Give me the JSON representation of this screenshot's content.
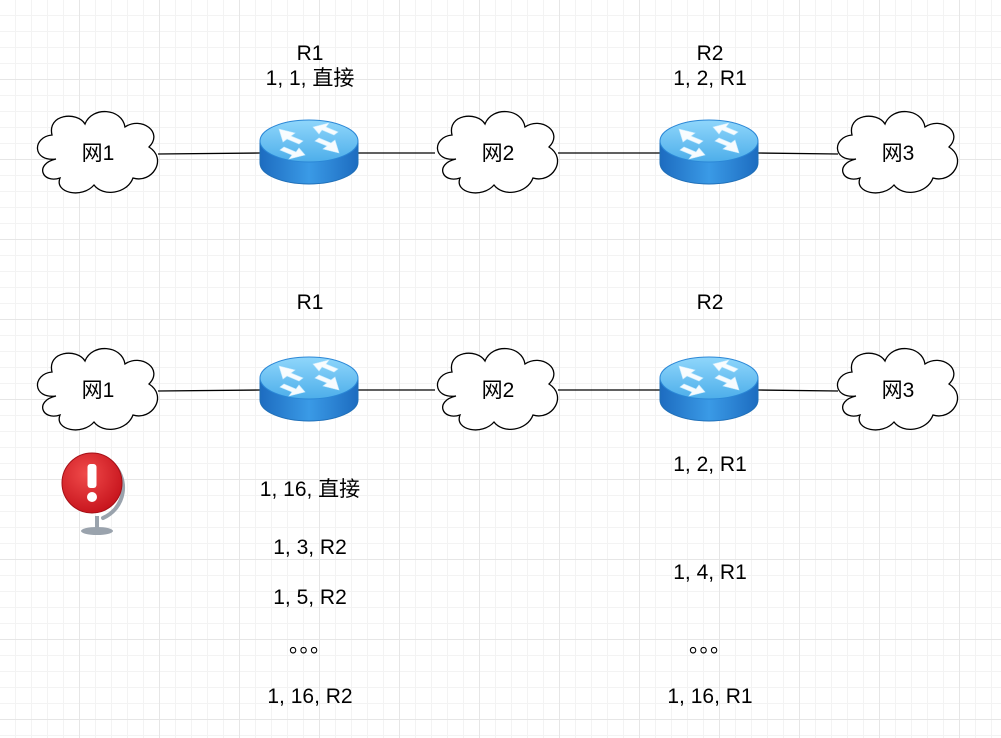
{
  "colors": {
    "router_top": "#6ec5f2",
    "router_side": "#2b87d6",
    "router_edge": "#1f6fb8",
    "warning_red": "#d61f26",
    "stand_gray": "#9aa3ad",
    "line": "#000000"
  },
  "top_diagram": {
    "networks": [
      "网1",
      "网2",
      "网3"
    ],
    "routers": [
      {
        "name": "R1",
        "route": "1, 1, 直接"
      },
      {
        "name": "R2",
        "route": "1, 2, R1"
      }
    ]
  },
  "bottom_diagram": {
    "networks": [
      "网1",
      "网2",
      "网3"
    ],
    "routers": [
      {
        "name": "R1",
        "routes": [
          "1, 16, 直接",
          "1, 3, R2",
          "1, 5, R2",
          "。。。",
          "1, 16, R2"
        ]
      },
      {
        "name": "R2",
        "routes": [
          "1, 2, R1",
          "1, 4, R1",
          "。。。",
          "1, 16, R1"
        ]
      }
    ],
    "failure_icon": "warning-exclamation-icon"
  }
}
